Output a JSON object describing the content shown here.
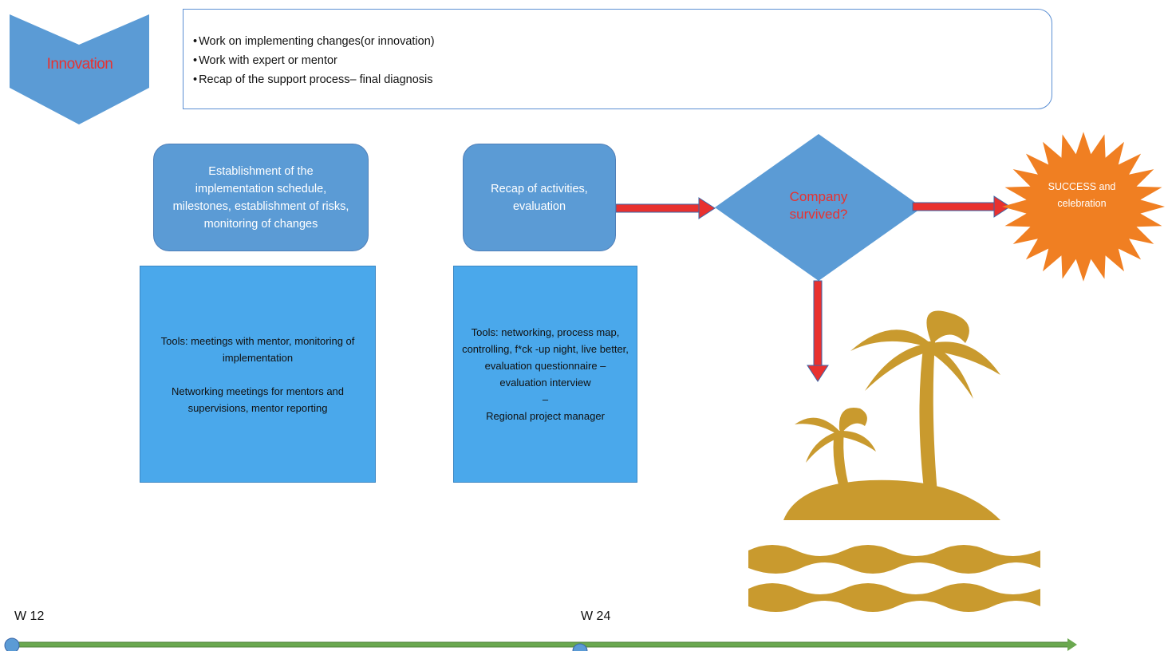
{
  "phase": {
    "label": "Innovation"
  },
  "activities": [
    "Work on implementing changes(or innovation)",
    "Work with expert or mentor",
    "Recap of the support process– final diagnosis"
  ],
  "step1": {
    "text": "Establishment of the implementation schedule, milestones, establishment of risks, monitoring of changes"
  },
  "step2": {
    "text": "Recap of activities, evaluation"
  },
  "tools1": {
    "line1": "Tools: meetings with mentor, monitoring of implementation",
    "line2": "Networking meetings for mentors and supervisions, mentor reporting"
  },
  "tools2": {
    "line1": "Tools: networking, process map, controlling, f*ck -up night, live better, evaluation questionnaire  – evaluation interview",
    "line2": "–",
    "line3": "Regional project manager"
  },
  "decision": {
    "question": "Company survived?"
  },
  "success": {
    "text": "SUCCESS and celebration"
  },
  "timeline": {
    "start": "W 12",
    "mid": "W 24"
  },
  "colors": {
    "shape_blue": "#5b9bd5",
    "tool_blue": "#4aa8eb",
    "arrow_red": "#e8312f",
    "star_orange": "#f07f22",
    "island_gold": "#c99a2e",
    "timeline_green": "#6aa84f"
  },
  "icons": {
    "island": "palm-island-icon",
    "burst": "star-burst-icon"
  }
}
